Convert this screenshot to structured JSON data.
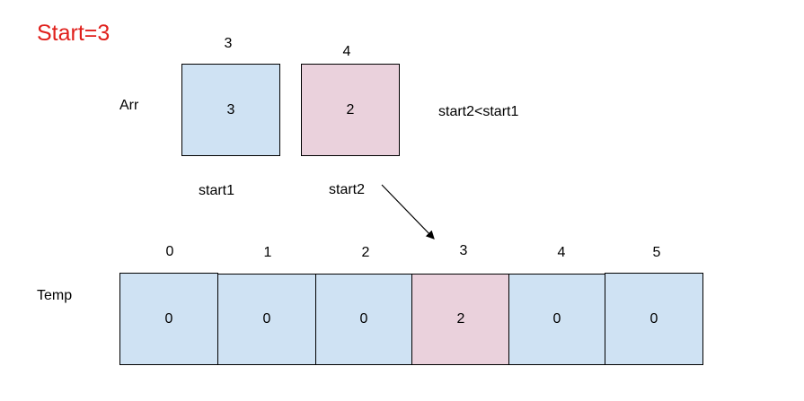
{
  "title": "Start=3",
  "arr": {
    "label": "Arr",
    "cells": [
      {
        "index": "3",
        "value": "3",
        "color": "#cfe2f3"
      },
      {
        "index": "4",
        "value": "2",
        "color": "#ead1dc"
      }
    ],
    "pointer_labels": [
      "start1",
      "start2"
    ],
    "comparison": "start2<start1"
  },
  "temp": {
    "label": "Temp",
    "cells": [
      {
        "index": "0",
        "value": "0",
        "color": "#cfe2f3"
      },
      {
        "index": "1",
        "value": "0",
        "color": "#cfe2f3"
      },
      {
        "index": "2",
        "value": "0",
        "color": "#cfe2f3"
      },
      {
        "index": "3",
        "value": "2",
        "color": "#ead1dc"
      },
      {
        "index": "4",
        "value": "0",
        "color": "#cfe2f3"
      },
      {
        "index": "5",
        "value": "0",
        "color": "#cfe2f3"
      }
    ]
  },
  "colors": {
    "title": "#e0201c",
    "default_cell": "#cfe2f3",
    "highlight_cell": "#ead1dc",
    "border": "#000000"
  }
}
